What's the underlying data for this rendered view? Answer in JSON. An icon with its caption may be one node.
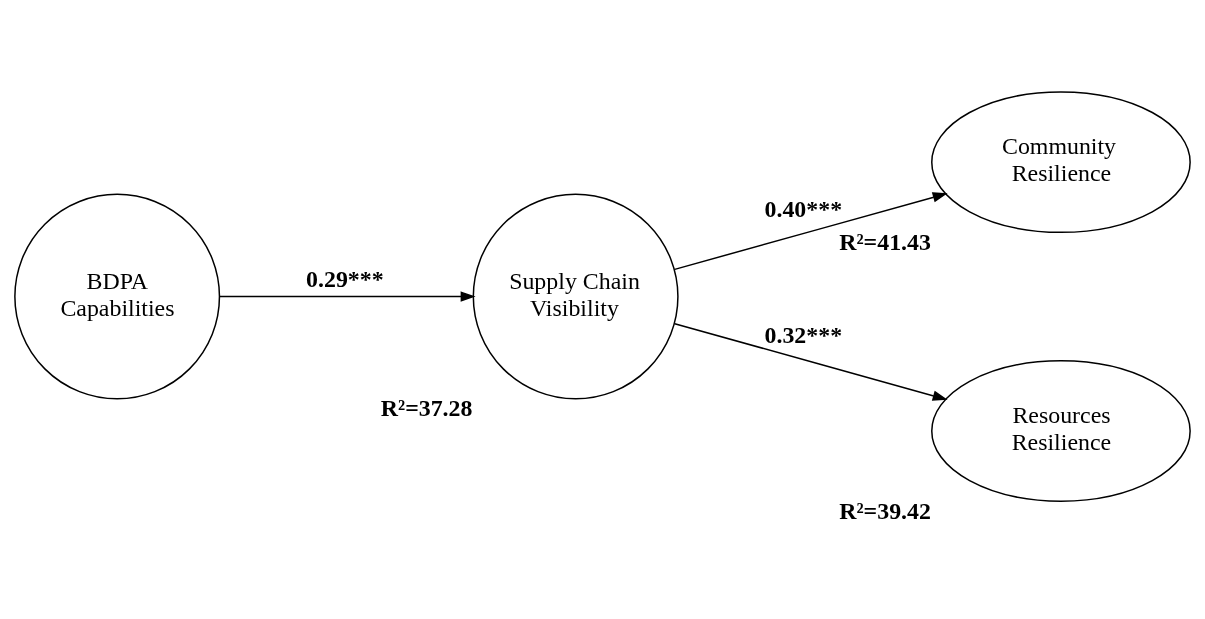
{
  "diagram": {
    "nodes": [
      {
        "text": [
          "BDPA Capabilities"
        ]
      },
      {
        "text": [
          "Supply Chain Visibility"
        ],
        "beside": [
          "R²=37.28"
        ]
      },
      {
        "text": [
          "Community Resilience"
        ],
        "beside": [
          "R²=41.43"
        ]
      },
      {
        "text": [
          "Resources Resilience"
        ],
        "beside": [
          "R²=39.42"
        ]
      }
    ],
    "edges": [
      {
        "from": 0,
        "to": 1,
        "arrow": "to",
        "label": "0.29***"
      },
      {
        "from": 1,
        "to": 2,
        "arrow": "to",
        "label": "0.40***"
      },
      {
        "from": 1,
        "to": 3,
        "arrow": "to",
        "label": "0.32***"
      }
    ]
  }
}
